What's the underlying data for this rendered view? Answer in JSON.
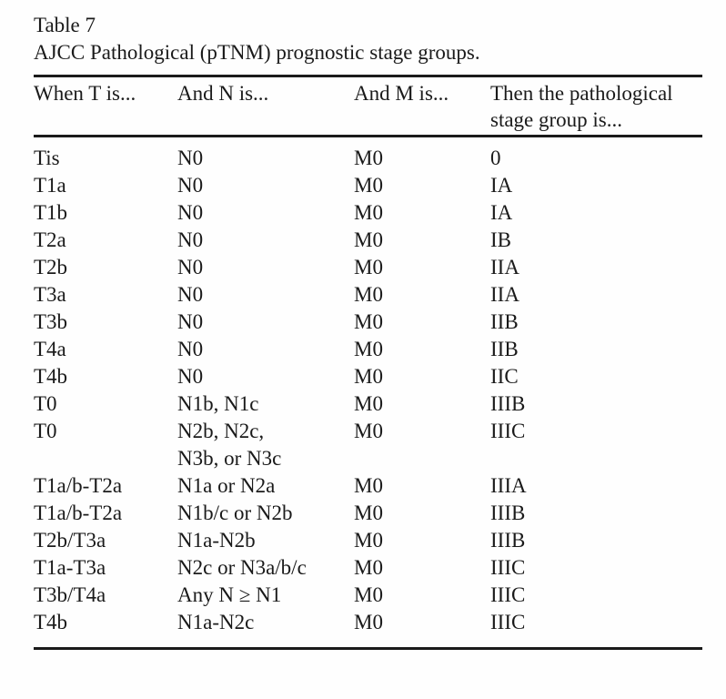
{
  "page": {
    "background_color": "#fefefe",
    "text_color": "#1a1a1a",
    "rule_color": "#1a1a1a"
  },
  "caption": {
    "line1": "Table 7",
    "line2": "AJCC Pathological (pTNM) prognostic stage groups."
  },
  "table": {
    "columns": [
      "When T is...",
      "And N is...",
      "And M is...",
      "Then the pathological stage group is..."
    ],
    "rows": [
      [
        "Tis",
        "N0",
        "M0",
        "0"
      ],
      [
        "T1a",
        "N0",
        "M0",
        "IA"
      ],
      [
        "T1b",
        "N0",
        "M0",
        "IA"
      ],
      [
        "T2a",
        "N0",
        "M0",
        "IB"
      ],
      [
        "T2b",
        "N0",
        "M0",
        "IIA"
      ],
      [
        "T3a",
        "N0",
        "M0",
        "IIA"
      ],
      [
        "T3b",
        "N0",
        "M0",
        "IIB"
      ],
      [
        "T4a",
        "N0",
        "M0",
        "IIB"
      ],
      [
        "T4b",
        "N0",
        "M0",
        "IIC"
      ],
      [
        "T0",
        "N1b, N1c",
        "M0",
        "IIIB"
      ],
      [
        "T0",
        "N2b, N2c,\nN3b, or N3c",
        "M0",
        "IIIC"
      ],
      [
        "T1a/b-T2a",
        "N1a or N2a",
        "M0",
        "IIIA"
      ],
      [
        "T1a/b-T2a",
        "N1b/c or N2b",
        "M0",
        "IIIB"
      ],
      [
        "T2b/T3a",
        "N1a-N2b",
        "M0",
        "IIIB"
      ],
      [
        "T1a-T3a",
        "N2c or N3a/b/c",
        "M0",
        "IIIC"
      ],
      [
        "T3b/T4a",
        "Any N ≥ N1",
        "M0",
        "IIIC"
      ],
      [
        "T4b",
        "N1a-N2c",
        "M0",
        "IIIC"
      ]
    ]
  }
}
